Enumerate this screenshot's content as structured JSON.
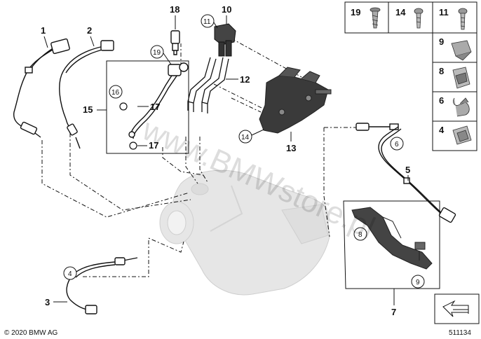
{
  "watermark": "www.BMWstore.pl",
  "copyright": "© 2020 BMW AG",
  "diagram_number": "511134",
  "callouts": {
    "c1": "1",
    "c2": "2",
    "c3": "3",
    "c4": "4",
    "c5": "5",
    "c6": "6",
    "c7": "7",
    "c8": "8",
    "c9": "9",
    "c10": "10",
    "c11": "11",
    "c12": "12",
    "c13": "13",
    "c14": "14",
    "c15": "15",
    "c16": "16",
    "c17a": "17",
    "c17b": "17",
    "c18": "18",
    "c19": "19"
  },
  "parts_panel": {
    "p19": "19",
    "p14": "14",
    "p11": "11",
    "p9": "9",
    "p8": "8",
    "p6": "6",
    "p4": "4"
  }
}
